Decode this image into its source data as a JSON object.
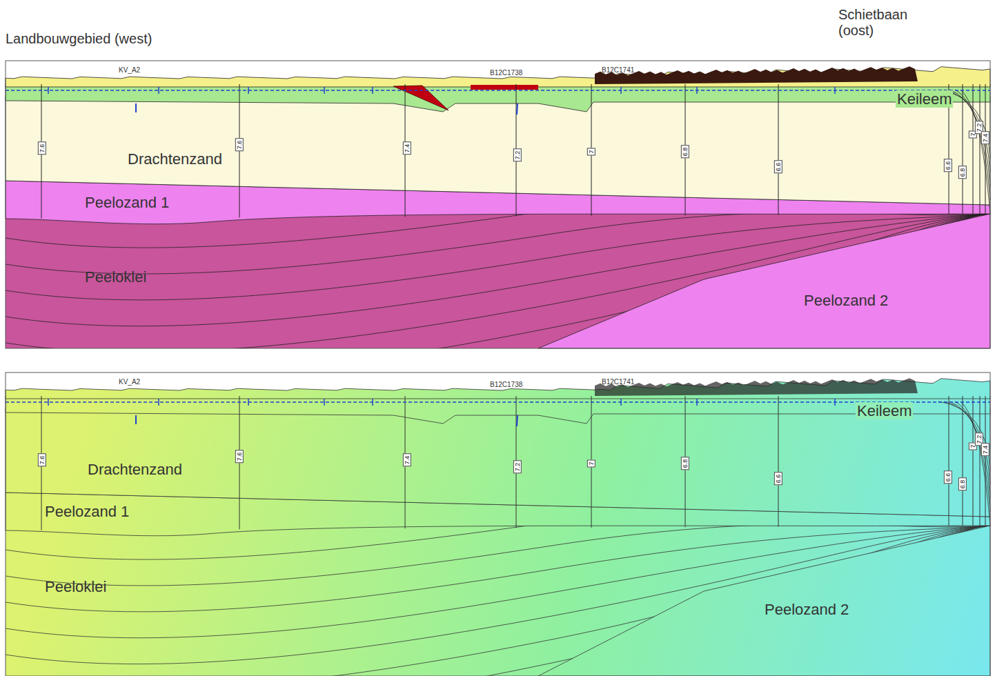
{
  "diagram": {
    "labels": [
      "Landbouwgebied (west)",
      "Schietbaan (oost)",
      "KV_A2",
      "B12C1738",
      "B12C1741",
      "Keileem",
      "Drachtenzand",
      "Peelozand 1",
      "Peeloklei",
      "Peelozand 2",
      "7.6",
      "7.6",
      "7.4",
      "7.2",
      "7",
      "6.8",
      "6.6",
      "6.6",
      "6.8",
      "7",
      "7.2",
      "7.4",
      "KV_A2",
      "B12C1738",
      "B12C1741",
      "Keileem",
      "Drachtenzand",
      "Peelozand 1",
      "Peeloklei",
      "Peelozand 2",
      "7.6",
      "7.6",
      "7.4",
      "7.2",
      "7",
      "6.8",
      "6.6",
      "6.6",
      "6.8",
      "7",
      "7.2",
      "7.4"
    ]
  }
}
